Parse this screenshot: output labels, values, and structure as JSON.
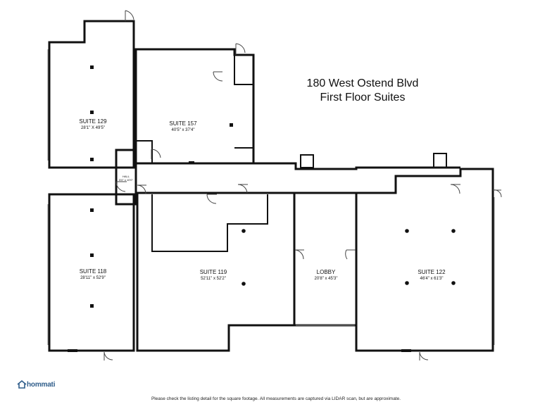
{
  "header": {
    "line1": "180 West Ostend Blvd",
    "line2": "First Floor Suites"
  },
  "rooms": {
    "suite129": {
      "name": "SUITE 129",
      "dims": "28'1\" X 49'5\""
    },
    "suite157": {
      "name": "SUITE 157",
      "dims": "40'5\" x 37'4\""
    },
    "suite118": {
      "name": "SUITE 118",
      "dims": "28'11\" x 52'9\""
    },
    "suite119": {
      "name": "SUITE 119",
      "dims": "52'11\" x 52'2\""
    },
    "lobby": {
      "name": "LOBBY",
      "dims": "20'8\" x 45'3\""
    },
    "suite122": {
      "name": "SUITE 122",
      "dims": "46'4\" x 61'3\""
    },
    "hall": {
      "name": "HALL",
      "dims": "5'0\" x 10'0\""
    }
  },
  "footer": {
    "disclaimer": "Please check the listing detail for the square footage. All measurements are captured via LIDAR scan, but are approximate."
  },
  "brand": {
    "name": "hommati",
    "icon": "house-logo-icon",
    "color": "#2f5d8a"
  }
}
